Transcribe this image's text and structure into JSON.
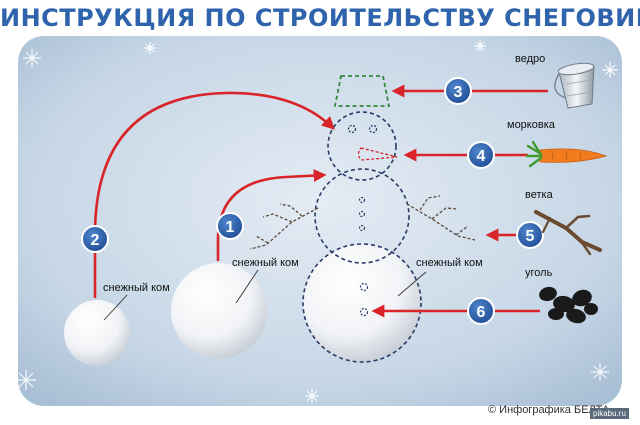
{
  "title": "ИНСТРУКЦИЯ ПО СТРОИТЕЛЬСТВУ СНЕГОВИКА",
  "labels": {
    "snowball_small": "снежный ком",
    "snowball_middle": "снежный ком",
    "snowball_large": "снежный ком",
    "bucket": "ведро",
    "carrot": "морковка",
    "branch": "ветка",
    "coal": "уголь"
  },
  "steps": [
    "1",
    "2",
    "3",
    "4",
    "5",
    "6"
  ],
  "credit": "© Инфографика БЕЛТА",
  "watermark": "pikabu.ru",
  "colors": {
    "title": "#2f64ad",
    "background": "#c9d9e8",
    "frame": "#ffffff",
    "arrow": "#d9252a",
    "badge": "#2f64ad",
    "outline": "#2b3a66",
    "bucket_outline": "#2f8a3a",
    "carrot": "#f07c1e",
    "coal": "#1a1a1a",
    "branch": "#6b4a2f"
  },
  "icons": [
    "bucket-icon",
    "carrot-icon",
    "branch-icon",
    "coal-icon"
  ]
}
